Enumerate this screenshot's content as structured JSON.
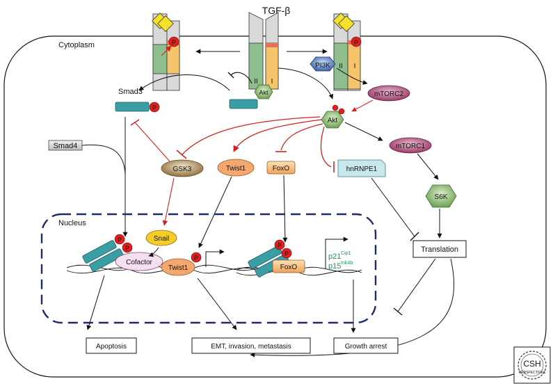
{
  "title": "TGF-β",
  "regions": {
    "cytoplasm": "Cytoplasm",
    "nucleus": "Nucleus"
  },
  "receptor_labels": {
    "type2": "II",
    "type1": "I",
    "phospho": "P"
  },
  "nodes": {
    "smad3": "Smad3",
    "smad4": "Smad4",
    "akt_inactive": "Akt",
    "akt_active": "Akt",
    "pi3k": "PI3K",
    "mtorc2": "mTORC2",
    "mtorc1": "mTORC1",
    "s6k": "S6K",
    "gsk3": "GSK3",
    "twist1": "Twist1",
    "foxo": "FoxO",
    "hnrnpe1": "hnRNPE1",
    "snail": "Snail",
    "cofactor": "Cofactor",
    "twist1_nuclear": "Twist1",
    "foxo_nuclear": "FoxO",
    "translation": "Translation"
  },
  "genes": {
    "p21": "p21",
    "p21_sup": "Cip1",
    "p15": "p15",
    "p15_sup": "Ink4b"
  },
  "outcomes": {
    "apoptosis": "Apoptosis",
    "emt": "EMT, invasion, metastasis",
    "growth_arrest": "Growth arrest"
  },
  "logo": {
    "text": "CSH",
    "subtext": "PERSPECTIVES"
  },
  "colors": {
    "receptor_green": "#8fbf8f",
    "receptor_orange": "#f5c46b",
    "receptor_gray": "#d9d9d9",
    "smad_teal": "#3a9ea5",
    "phospho_red": "#e02020",
    "inhibit_red": "#d42020",
    "nucleus_border": "#1f2a6e",
    "gene_green": "#1a9a55",
    "akt_green": "#8fbe72",
    "mtor_purple": "#a84a70",
    "gsk3_brown": "#a8885a",
    "twist_orange": "#f4a870",
    "snail_yellow": "#f5cc2a",
    "hnrnpe1_blue": "#c8e8ec",
    "pi3k_blue": "#4f7fbf"
  }
}
